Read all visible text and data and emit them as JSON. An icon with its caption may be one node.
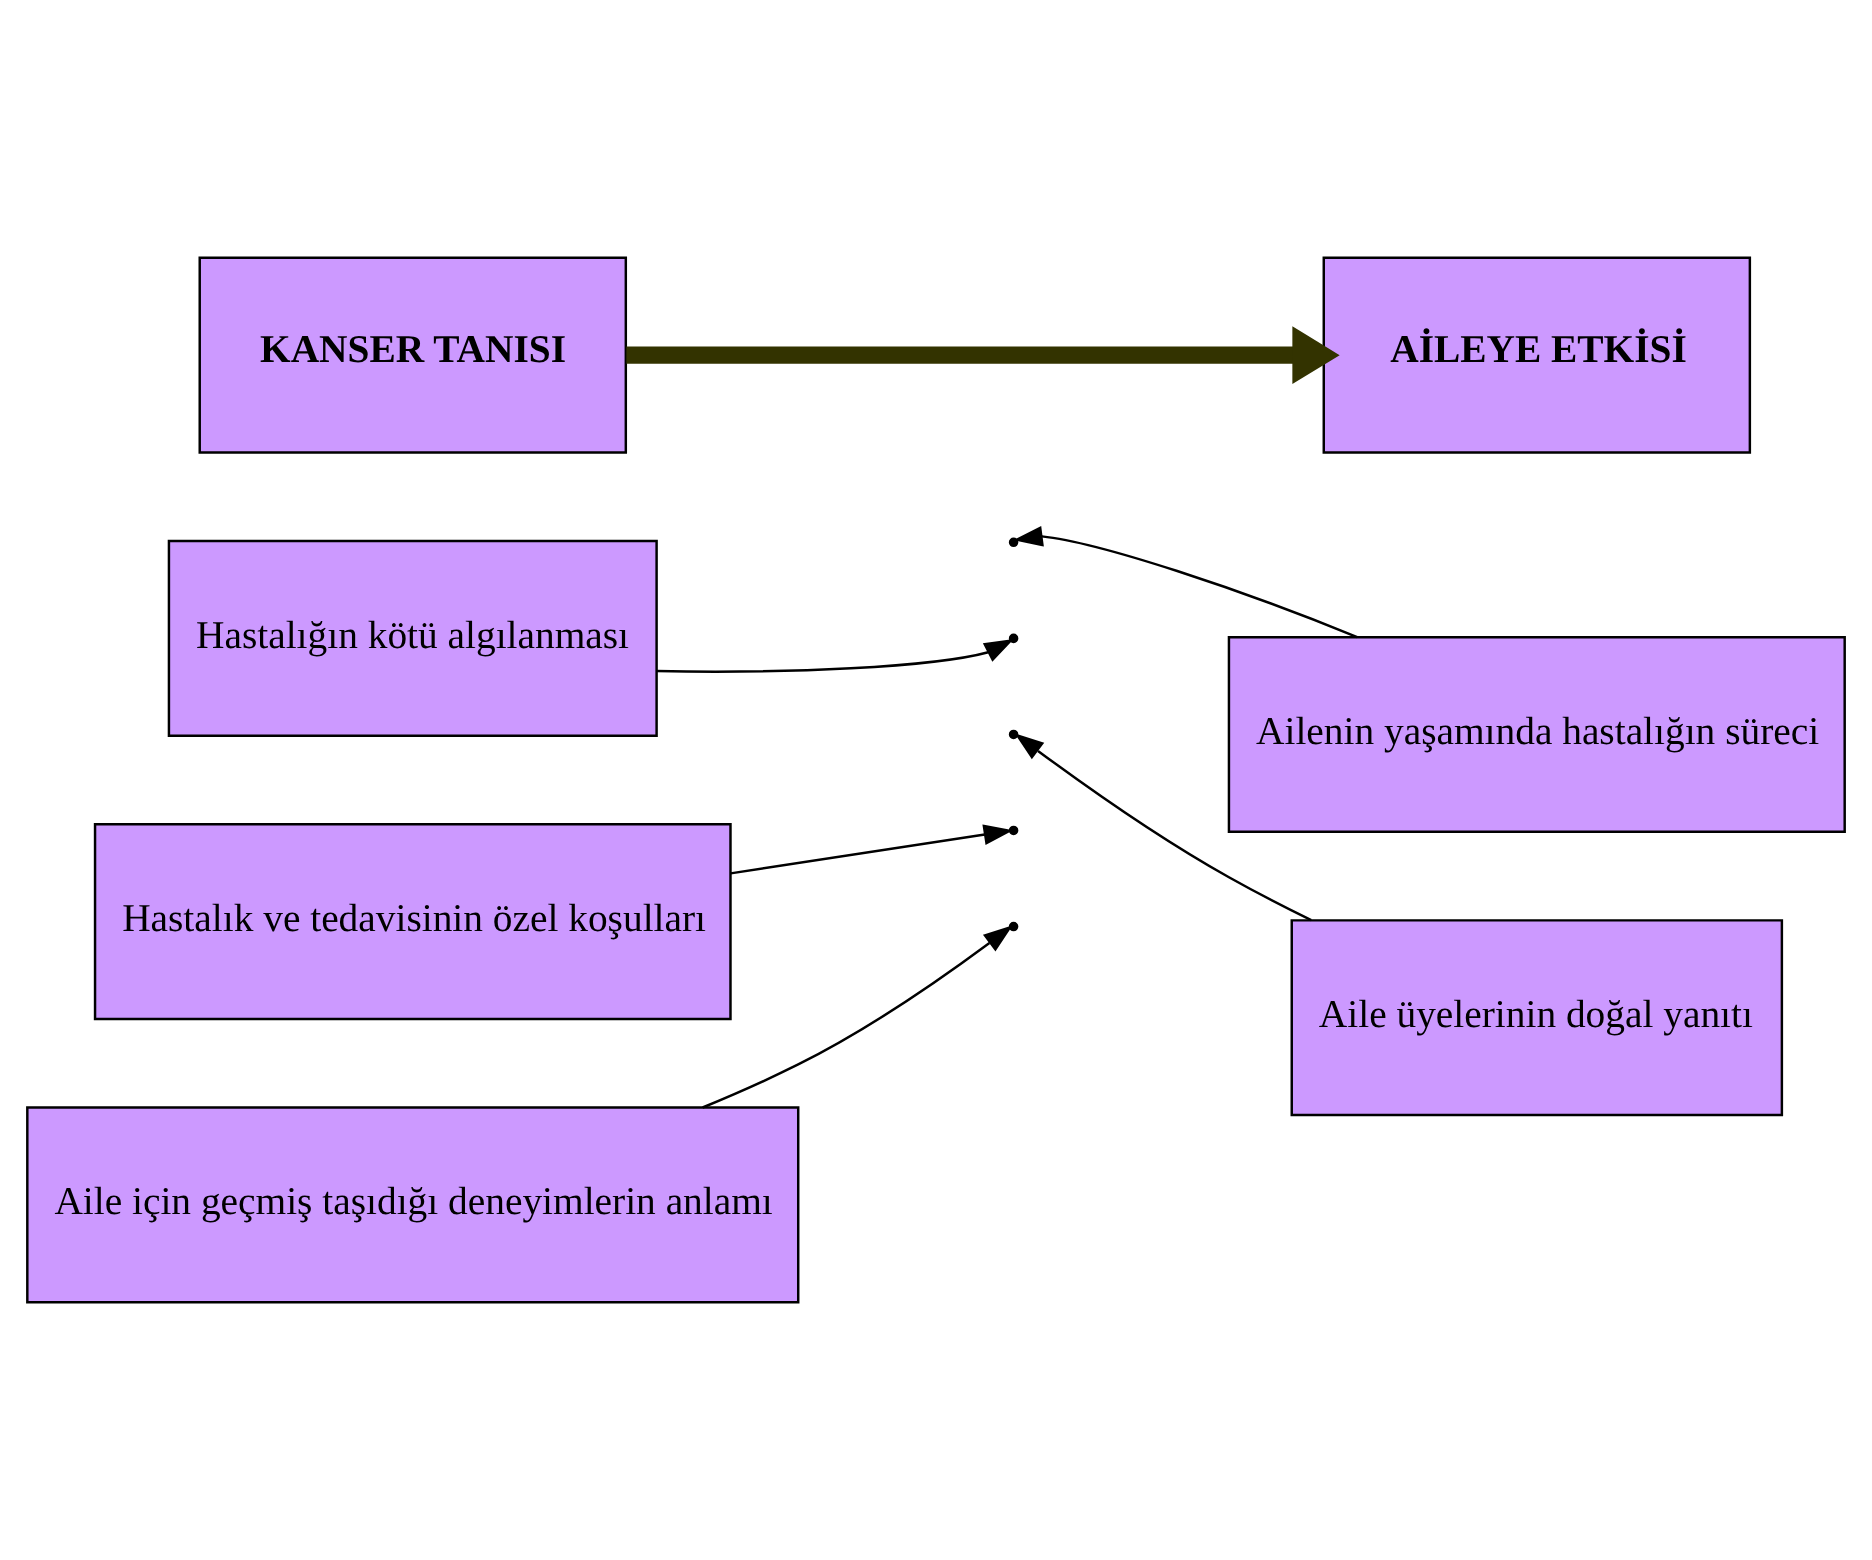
{
  "diagram": {
    "nodes": [
      {
        "text": [
          "Hastalığın kötü algılanması"
        ]
      },
      {
        "text": [
          "Ailenin yaşamında hastalığın süreci"
        ]
      },
      {
        "text": [
          "Hastalık ve tedavisinin özel koşulları"
        ]
      },
      {
        "text": [
          "KANSER TANISI"
        ]
      },
      {
        "text": [
          "AİLEYE ETKİSİ"
        ]
      },
      {
        "text": [
          "Aile için geçmiş taşıdığı deneyimlerin anlamı"
        ]
      },
      {
        "text": [
          "Aile üyelerinin doğal yanıtı"
        ]
      }
    ],
    "edges": [
      {
        "from": 3,
        "to": 4,
        "arrow": "to",
        "style": "thick",
        "color": "#333300"
      },
      {
        "from": 0,
        "to": null,
        "arrow": "to"
      },
      {
        "from": 1,
        "to": null,
        "arrow": "to"
      },
      {
        "from": 2,
        "to": null,
        "arrow": "to"
      },
      {
        "from": 5,
        "to": null,
        "arrow": "to"
      },
      {
        "from": 6,
        "to": null,
        "arrow": "to"
      }
    ]
  }
}
